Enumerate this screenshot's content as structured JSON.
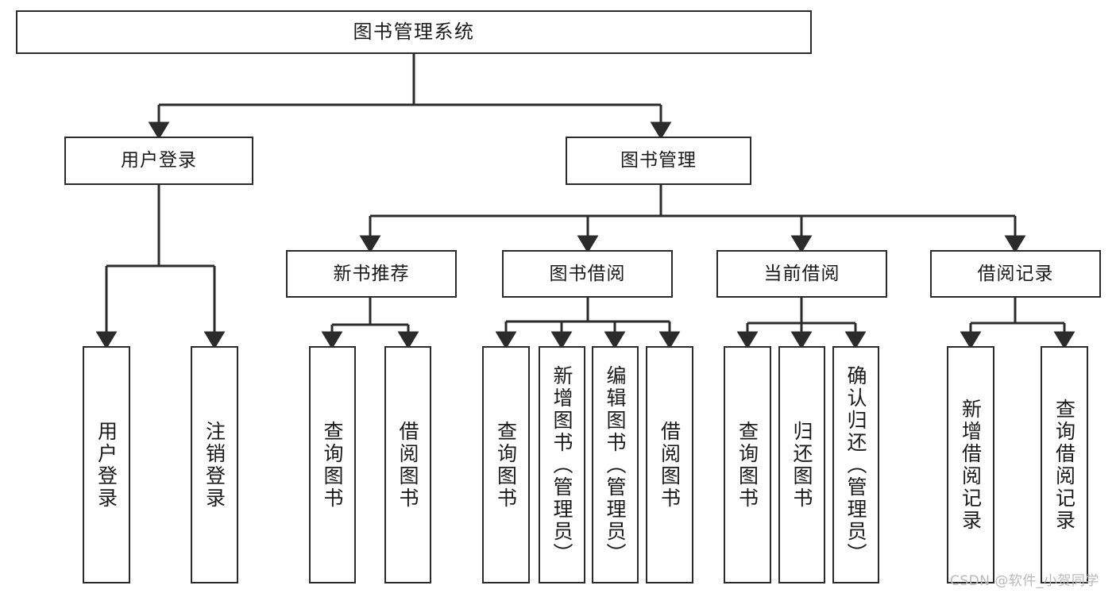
{
  "diagram": {
    "title": "图书管理系统",
    "type": "tree",
    "background_color": "#ffffff",
    "line_color": "#2b2b2b",
    "text_color": "#1a1a1a"
  },
  "root": {
    "label": "图书管理系统"
  },
  "level2": [
    {
      "label": "用户登录"
    },
    {
      "label": "图书管理"
    }
  ],
  "level3": [
    {
      "label": "新书推荐"
    },
    {
      "label": "图书借阅"
    },
    {
      "label": "当前借阅"
    },
    {
      "label": "借阅记录"
    }
  ],
  "leaves": {
    "user_login": [
      {
        "label": "用户登录"
      },
      {
        "label": "注销登录"
      }
    ],
    "new_book": [
      {
        "label": "查询图书"
      },
      {
        "label": "借阅图书"
      }
    ],
    "book_borrow": [
      {
        "label": "查询图书"
      },
      {
        "label": "新增图书（管理员）"
      },
      {
        "label": "编辑图书（管理员）"
      },
      {
        "label": "借阅图书"
      }
    ],
    "current_borrow": [
      {
        "label": "查询图书"
      },
      {
        "label": "归还图书"
      },
      {
        "label": "确认归还（管理员）"
      }
    ],
    "borrow_record": [
      {
        "label": "新增借阅记录"
      },
      {
        "label": "查询借阅记录"
      }
    ]
  },
  "watermark": {
    "text": "CSDN @软件_小贺同学"
  }
}
